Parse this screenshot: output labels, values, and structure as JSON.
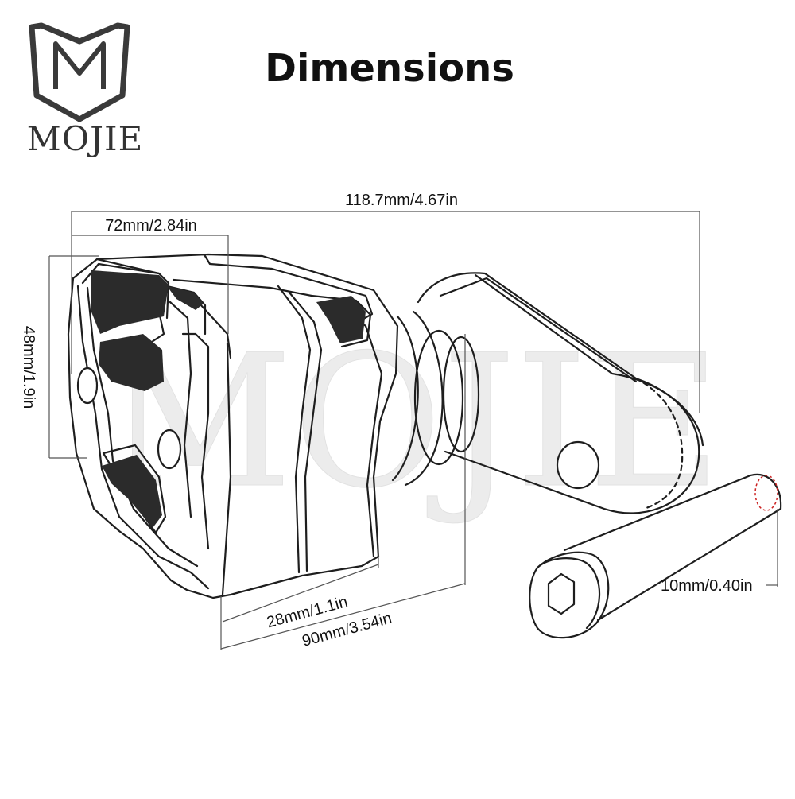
{
  "header": {
    "title": "Dimensions",
    "brand_name": "MOJIE",
    "logo_letter": "M"
  },
  "watermark": "MOJIE",
  "dimensions": {
    "total_length": "118.7mm/4.67in",
    "slider_length": "72mm/2.84in",
    "height": "48mm/1.9in",
    "narrow_width": "28mm/1.1in",
    "overall_width": "90mm/3.54in",
    "bolt_diameter": "10mm/0.40in"
  },
  "colors": {
    "line": "#222222",
    "hatch_fill": "#2b2b2b",
    "bolt_hole_marker": "#cc2222",
    "watermark": "#ededed"
  }
}
